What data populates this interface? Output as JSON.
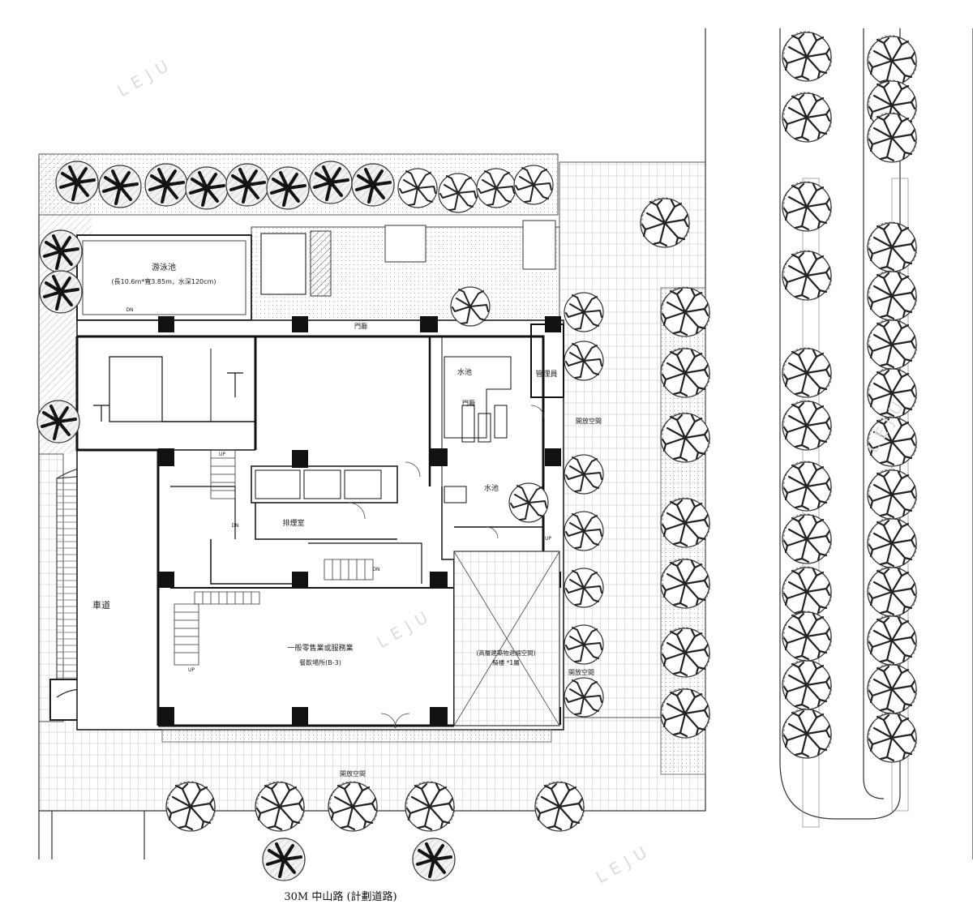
{
  "watermark": "LEJU",
  "labels": {
    "pool": "游泳池",
    "pool_spec": "(長10.6m*寬3.85m，水深120cm)",
    "gatehouse": "門廳",
    "water_pool_north": "水池",
    "water_pool_south": "水池",
    "lobby": "門廳",
    "management": "管理員",
    "open_space_east": "開放空間",
    "smoke_room": "排煙室",
    "driveway": "車道",
    "retail_line1": "一般零售業或服務業",
    "retail_line2": "餐飲場所(B-3)",
    "arcade_line1": "(高層建築物退縮空間)",
    "arcade_line2": "騎樓 *1層",
    "open_space_se": "開放空間",
    "open_space_south": "開放空間",
    "street": "30M 中山路 (計劃道路)",
    "up_1": "UP",
    "up_2": "UP",
    "up_3": "UP",
    "dn_1": "DN",
    "dn_2": "DN",
    "dn_3": "DN"
  }
}
